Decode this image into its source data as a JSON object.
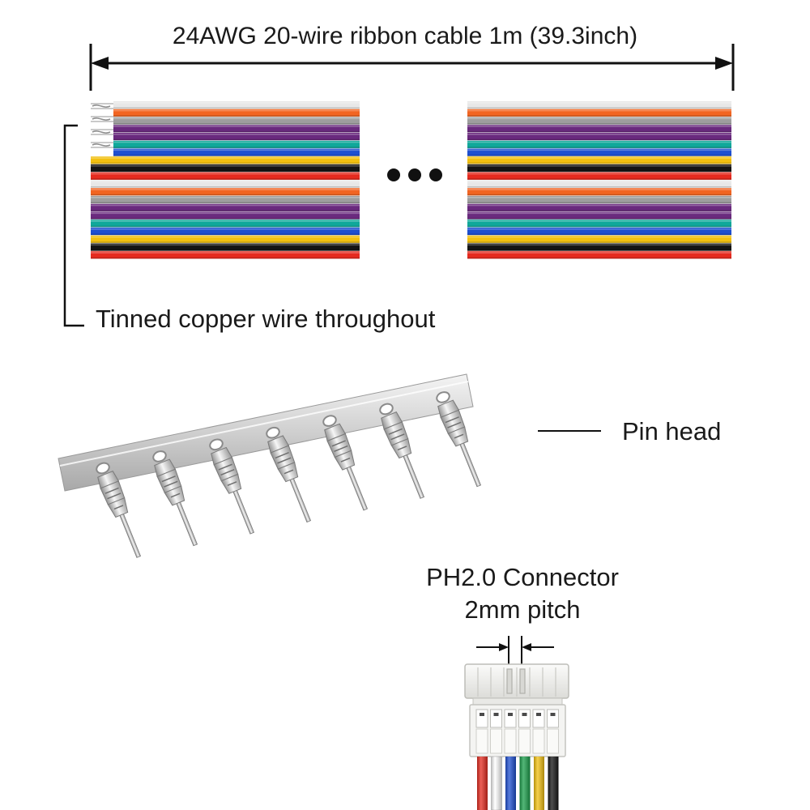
{
  "dimension_label": "24AWG 20-wire ribbon cable 1m (39.3inch)",
  "wire_label": "Tinned copper wire throughout",
  "pin_label": "Pin head",
  "connector_label_line1": "PH2.0 Connector",
  "connector_label_line2": "2mm pitch",
  "ribbon_colors": [
    "#e8e8e8",
    "#f26522",
    "#9e9e9e",
    "#6a2a7e",
    "#6a2a7e",
    "#10a89a",
    "#1e4fd0",
    "#f2c010",
    "#141414",
    "#e52b1f",
    "#e8e8e8",
    "#f26522",
    "#9e9e9e",
    "#6a2a7e",
    "#6a2a7e",
    "#10a89a",
    "#1e4fd0",
    "#f2c010",
    "#141414",
    "#e52b1f"
  ],
  "connector_wire_colors": [
    "#e52b1f",
    "#ffffff",
    "#1e4fd0",
    "#1a9e4a",
    "#f2c010",
    "#141414"
  ],
  "accent_colors": {
    "metal_light": "#e6e6e6",
    "metal_dark": "#9a9a9a",
    "connector_body": "#f4f4f2"
  }
}
